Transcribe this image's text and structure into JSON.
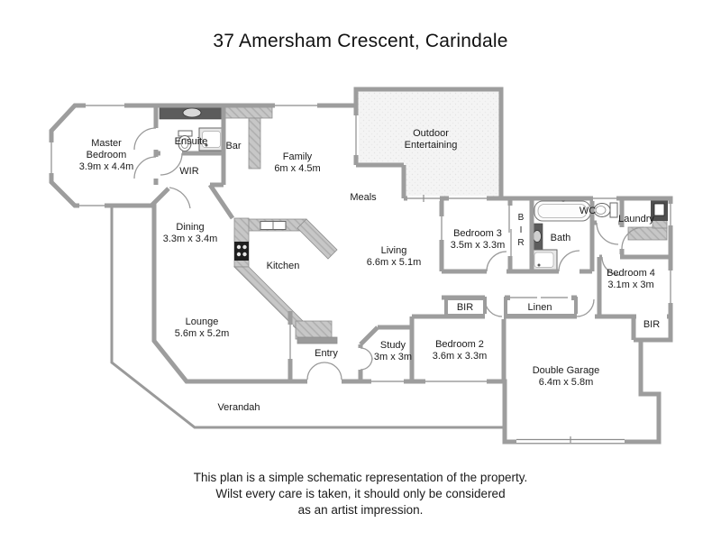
{
  "title": "37 Amersham Crescent, Carindale",
  "plan": {
    "master": {
      "l1": "Master",
      "l2": "Bedroom",
      "dims": "3.9m x 4.4m"
    },
    "ensuite": {
      "name": "Ensuite"
    },
    "wir": {
      "name": "WIR"
    },
    "bar": {
      "name": "Bar"
    },
    "family": {
      "name": "Family",
      "dims": "6m x 4.5m"
    },
    "outdoor": {
      "l1": "Outdoor",
      "l2": "Entertaining"
    },
    "meals": {
      "name": "Meals"
    },
    "dining": {
      "name": "Dining",
      "dims": "3.3m x 3.4m"
    },
    "kitchen": {
      "name": "Kitchen"
    },
    "living": {
      "name": "Living",
      "dims": "6.6m x 5.1m"
    },
    "lounge": {
      "name": "Lounge",
      "dims": "5.6m x 5.2m"
    },
    "entry": {
      "name": "Entry"
    },
    "study": {
      "name": "Study",
      "dims": "3m x 3m"
    },
    "bedroom2": {
      "name": "Bedroom 2",
      "dims": "3.6m x 3.3m"
    },
    "bedroom3": {
      "name": "Bedroom 3",
      "dims": "3.5m x 3.3m"
    },
    "bedroom4": {
      "name": "Bedroom 4",
      "dims": "3.1m x 3m"
    },
    "bath": {
      "name": "Bath"
    },
    "wc": {
      "name": "WC"
    },
    "laundry": {
      "name": "Laundry"
    },
    "linen": {
      "name": "Linen"
    },
    "bir_hall": {
      "name": "BIR"
    },
    "bir_bed4": {
      "name": "BIR"
    },
    "bir_bed3": {
      "l1": "B",
      "l2": "I",
      "l3": "R"
    },
    "garage": {
      "name": "Double Garage",
      "dims": "6.4m x 5.8m"
    },
    "verandah": {
      "name": "Verandah"
    }
  },
  "disclaimer": {
    "l1": "This plan is a simple schematic representation of the property.",
    "l2": "Wilst every care is taken, it should only be considered",
    "l3": "as an artist impression."
  },
  "colors": {
    "wall": "#9d9d9d",
    "floor": "#ffffff",
    "outdoor_fill": "#f4f4f4",
    "bench": "#c7c7c7",
    "dark_fixture": "#5c5c5c",
    "text": "#1a1a1a"
  }
}
